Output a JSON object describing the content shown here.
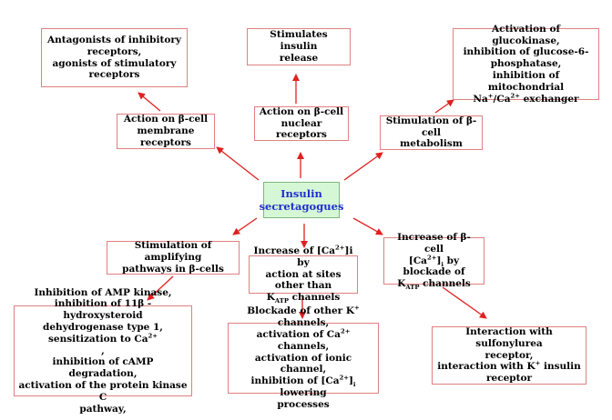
{
  "colors": {
    "arrow": "#e02020",
    "border": "#e08080",
    "center_fill": "#d6f7d6",
    "center_text": "#1f2fd0"
  },
  "center": {
    "html": "Insulin<br>secretagogues"
  },
  "nodes": {
    "membrane": {
      "html": "Action on &beta;-cell<br>membrane receptors"
    },
    "nuclear": {
      "html": "Action on &beta;-cell<br>nuclear receptors"
    },
    "metabolism": {
      "html": "Stimulation of &beta;-cell<br>metabolism"
    },
    "antagonists": {
      "html": "Antagonists of inhibitory<br>receptors,<br>agonists of stimulatory<br>receptors"
    },
    "insulin_release": {
      "html": "Stimulates insulin<br>release"
    },
    "glucokinase": {
      "html": "Activation of glucokinase,<br>inhibition of glucose-6-<br>phosphatase,<br>inhibition of mitochondrial<br>Na<sup>+</sup>/Ca<sup>2+</sup> exchanger"
    },
    "amplifying": {
      "html": "Stimulation of amplifying<br>pathways in &beta;-cells"
    },
    "increase_ca_other": {
      "html": "Increase of [Ca<sup>2+</sup>]i by<br>action at sites other than<br>K<sub>ATP</sub> channels"
    },
    "increase_ca_katp": {
      "html": "Increase of &beta;-cell<br>[Ca<sup>2+</sup>]<sub>i</sub> by blockade of<br>K<sub>ATP</sub> channels"
    },
    "ampk": {
      "html": "Inhibition of AMP kinase,<br>inhibition of 11&beta; -hydroxysteroid<br>dehydrogenase type 1,<br>sensitization to Ca<sup>2+</sup><br>,<br>inhibition of cAMP degradation,<br>activation of the protein kinase C<br>pathway,"
    },
    "blockade_k": {
      "html": "Blockade of other K<sup>+</sup> channels,<br>activation of Ca<sup>2+</sup> channels,<br>activation of ionic channel,<br>inhibition of [Ca<sup>2+</sup>]<sub>i</sub> lowering<br>processes"
    },
    "sulfonylurea": {
      "html": "Interaction with sulfonylurea<br>receptor,<br>interaction with K<sup>+</sup> insulin<br>receptor"
    }
  }
}
